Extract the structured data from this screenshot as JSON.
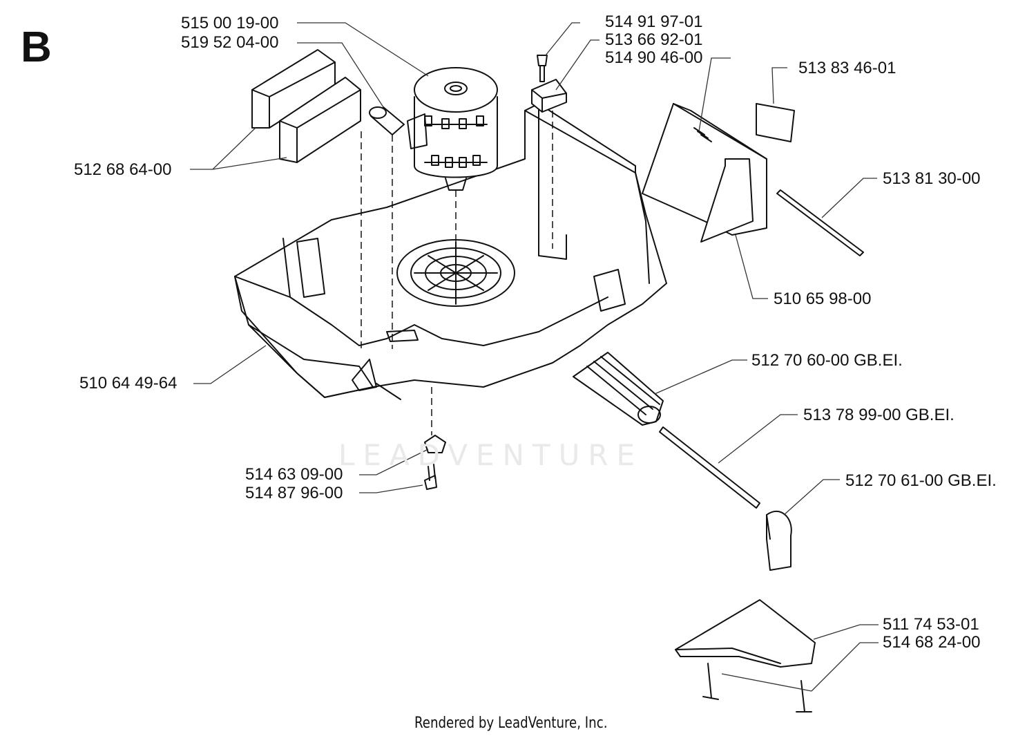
{
  "section_letter": "B",
  "watermark": "LEADVENTURE",
  "footer_credit": "Rendered by LeadVenture, Inc.",
  "parts": [
    {
      "id": "p1",
      "number": "515 00 19-00"
    },
    {
      "id": "p2",
      "number": "519 52 04-00"
    },
    {
      "id": "p3",
      "number": "514 91 97-01"
    },
    {
      "id": "p4",
      "number": "513 66 92-01"
    },
    {
      "id": "p5",
      "number": "514 90 46-00"
    },
    {
      "id": "p6",
      "number": "513 83 46-01"
    },
    {
      "id": "p7",
      "number": "512 68 64-00"
    },
    {
      "id": "p8",
      "number": "513 81 30-00"
    },
    {
      "id": "p9",
      "number": "510 65 98-00"
    },
    {
      "id": "p10",
      "number": "512 70 60-00 GB.EI."
    },
    {
      "id": "p11",
      "number": "510 64 49-64"
    },
    {
      "id": "p12",
      "number": "513 78 99-00 GB.EI."
    },
    {
      "id": "p13",
      "number": "514 63 09-00"
    },
    {
      "id": "p14",
      "number": "514 87 96-00"
    },
    {
      "id": "p15",
      "number": "512 70 61-00 GB.EI."
    },
    {
      "id": "p16",
      "number": "511 74 53-01"
    },
    {
      "id": "p17",
      "number": "514 68 24-00"
    }
  ]
}
